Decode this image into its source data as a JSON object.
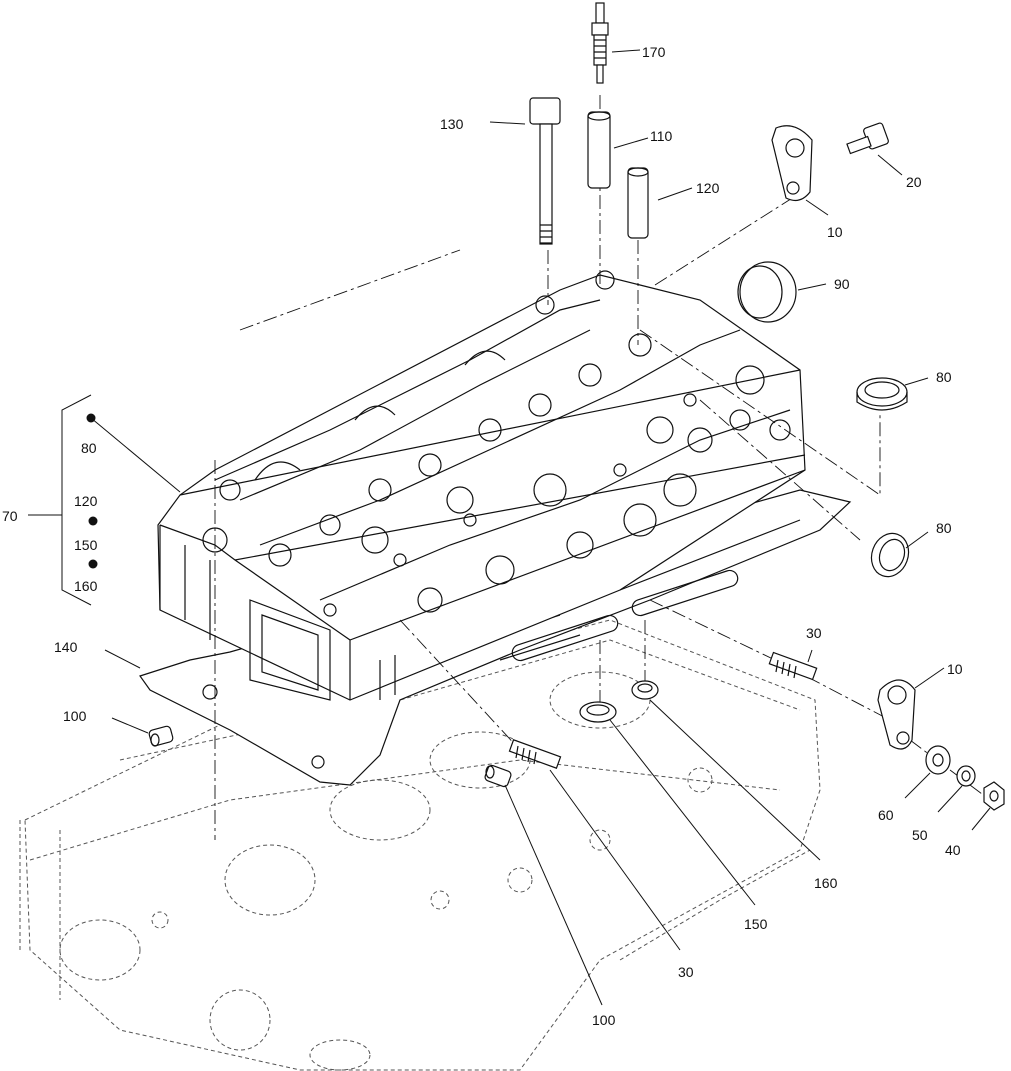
{
  "callouts": {
    "c170": "170",
    "c130": "130",
    "c110": "110",
    "c120_top": "120",
    "c20": "20",
    "c10_top": "10",
    "c90": "90",
    "c80_right_top": "80",
    "c80_right_mid": "80",
    "c70": "70",
    "c80_kit": "80",
    "c120_kit": "120",
    "c150_kit": "150",
    "c160_kit": "160",
    "c140": "140",
    "c100_left": "100",
    "c30_right": "30",
    "c10_right": "10",
    "c60": "60",
    "c50": "50",
    "c40": "40",
    "c160_bottom": "160",
    "c150_bottom": "150",
    "c30_bottom": "30",
    "c100_bottom": "100"
  },
  "colors": {
    "ink": "#111111",
    "ghost": "#555555",
    "background": "#ffffff"
  }
}
